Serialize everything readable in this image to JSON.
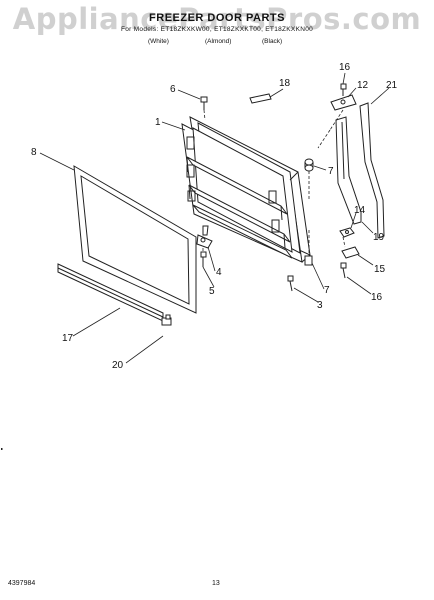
{
  "watermark": "AppliancePartsPros.com",
  "header": {
    "title": "FREEZER DOOR PARTS",
    "models": "For Models: ET18ZKXKW00, ET18ZKXKT00, ET18ZKXKN00",
    "variants": [
      "(White)",
      "(Almond)",
      "(Black)"
    ]
  },
  "callouts": [
    "16",
    "12",
    "21",
    "18",
    "6",
    "1",
    "8",
    "7",
    "14",
    "19",
    "4",
    "15",
    "5",
    "7",
    "3",
    "16",
    "17",
    "20"
  ],
  "footer": {
    "doc_number": "4397984",
    "page_number": "13"
  }
}
